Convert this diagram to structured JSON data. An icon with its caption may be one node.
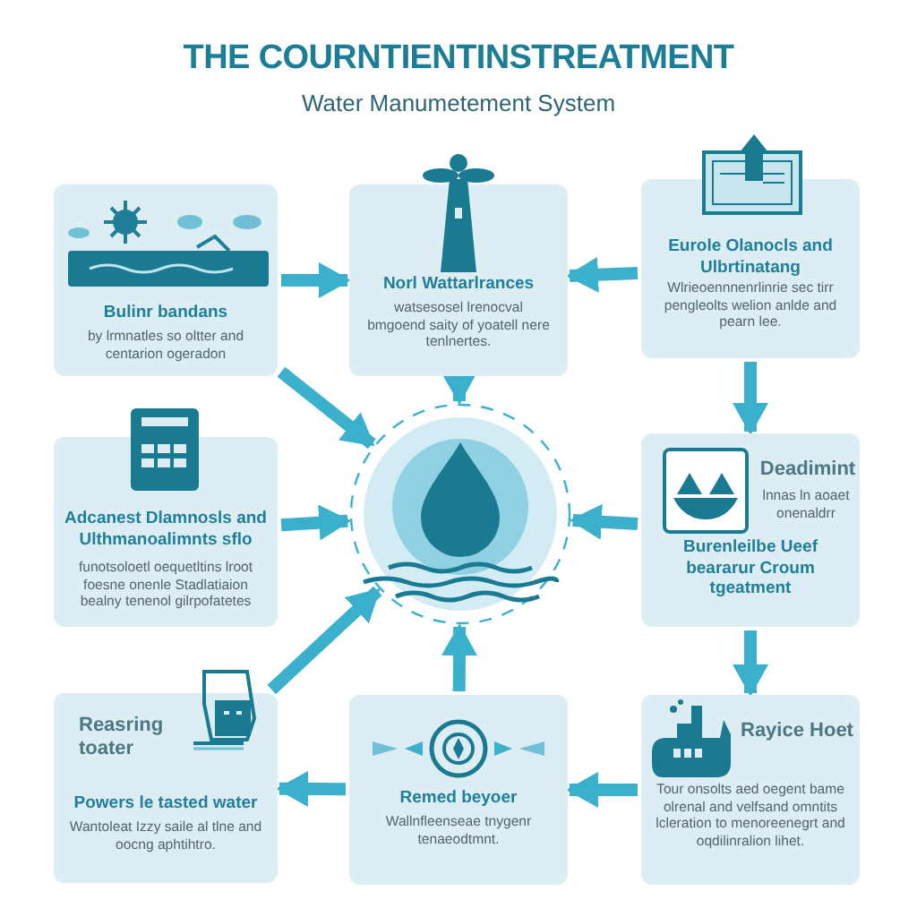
{
  "diagram": {
    "title": "THE COURNTIENTINSTREATMENT",
    "nodes": [
      {
        "text": [
          "Bulinr bandans",
          "by lrmnatles so oltter and centarion ogeradon"
        ]
      },
      {
        "text": [
          "Norl Wattarlrances",
          "watsesosel lrenocval bmgoend saity of yoatell nere tenlnertes."
        ]
      },
      {
        "text": [
          "Eurole Olanocls and Ulbrtinatang",
          "Wlrieoennnenrlinrie sec tirr pengleolts welion anlde and pearn lee."
        ]
      },
      {
        "text": [
          "Adcanest Dlamnosls and Ulthmanoalimnts sflo",
          "funotsoloetl oequetltins lroot foesne onenle Stadlatiaion bealny tenenol gilrpofatetes"
        ]
      },
      {
        "text": [],
        "shape": "circle"
      },
      {
        "text": [
          "Deadimint",
          "lnnas ln aoaet onenaldrr",
          "Burenleilbe Ueef beararur Croum tgeatment"
        ]
      },
      {
        "text": [
          "Reasring toater",
          "Powers le tasted water",
          "Wantoleat Izzy saile al tlne and oocng aphtihtro."
        ]
      },
      {
        "text": [
          "Remed beyoer",
          "Wallnfleenseae tnygenr tenaeodtmnt."
        ]
      },
      {
        "text": [
          "Rayice Hoet",
          "Tour onsolts aed oegent bame olrenal and velfsand omntits lcleration to menoreenegrt and oqdilinralion lihet."
        ]
      }
    ],
    "edges": [
      {
        "from": 0,
        "to": 1,
        "arrow": "to"
      },
      {
        "from": 2,
        "to": 1,
        "arrow": "to"
      },
      {
        "from": 0,
        "to": 4,
        "arrow": "to"
      },
      {
        "from": 1,
        "to": 4,
        "arrow": "to"
      },
      {
        "from": 2,
        "to": 5,
        "arrow": "to"
      },
      {
        "from": 3,
        "to": 4,
        "arrow": "to"
      },
      {
        "from": 5,
        "to": 4,
        "arrow": "to"
      },
      {
        "from": 5,
        "to": 8,
        "arrow": "to"
      },
      {
        "from": 8,
        "to": 7,
        "arrow": "to"
      },
      {
        "from": 7,
        "to": 4,
        "arrow": "to"
      },
      {
        "from": 7,
        "to": 6,
        "arrow": "to"
      },
      {
        "from": 6,
        "to": 4,
        "arrow": "to"
      }
    ],
    "labels": [
      "Water Manumetement System"
    ]
  }
}
